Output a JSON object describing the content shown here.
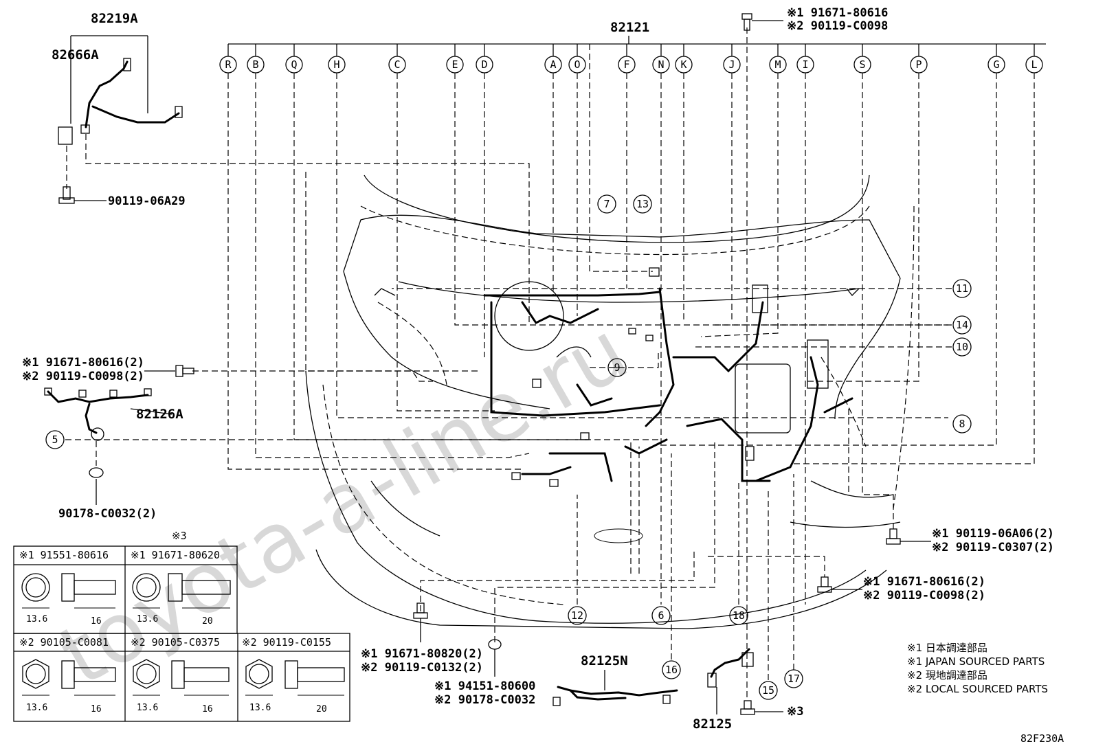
{
  "watermark": "toyota-a-line.ru",
  "figure_id": "82F230A",
  "main_part": "82121",
  "top_letters": [
    "R",
    "B",
    "Q",
    "H",
    "C",
    "E",
    "D",
    "A",
    "O",
    "F",
    "N",
    "K",
    "J",
    "M",
    "I",
    "S",
    "P",
    "G",
    "L"
  ],
  "left_parts": {
    "p82219A": "82219A",
    "p82666A": "82666A",
    "bolt_06A29": "90119-06A29",
    "p82126A": "82126A",
    "clip_c0032": "90178-C0032(2)",
    "bolt_left_1": "※1 91671-80616(2)",
    "bolt_left_2": "※2 90119-C0098(2)"
  },
  "top_bolt": {
    "line1": "※1 91671-80616",
    "line2": "※2 90119-C0098"
  },
  "right_bolts": {
    "a1": "※1 90119-06A06(2)",
    "a2": "※2 90119-C0307(2)",
    "b1": "※1 91671-80616(2)",
    "b2": "※2 90119-C0098(2)"
  },
  "bottom_parts": {
    "bolt_80820_1": "※1 91671-80820(2)",
    "bolt_80820_2": "※2 90119-C0132(2)",
    "nut_1": "※1 94151-80600",
    "nut_2": "※2 90178-C0032",
    "p82125N": "82125N",
    "p82125": "82125",
    "star3": "※3"
  },
  "circle_numbers": {
    "n5": "5",
    "n7": "7",
    "n13": "13",
    "n9": "9",
    "n11": "11",
    "n14": "14",
    "n10": "10",
    "n8": "8",
    "n12": "12",
    "n6": "6",
    "n18": "18",
    "n16": "16",
    "n15": "15",
    "n17": "17"
  },
  "fastener_table": {
    "star3_header": "※3",
    "row1": [
      "※1 91551-80616",
      "※1 91671-80620"
    ],
    "row1_dims": [
      [
        "13.6",
        "16"
      ],
      [
        "13.6",
        "20"
      ]
    ],
    "row2": [
      "※2 90105-C0081",
      "※2 90105-C0375",
      "※2 90119-C0155"
    ],
    "row2_dims": [
      [
        "13.6",
        "16"
      ],
      [
        "13.6",
        "16"
      ],
      [
        "13.6",
        "20"
      ]
    ]
  },
  "legend": [
    "※1 日本調達部品",
    "※1 JAPAN SOURCED PARTS",
    "※2 現地調達部品",
    "※2 LOCAL SOURCED PARTS"
  ]
}
